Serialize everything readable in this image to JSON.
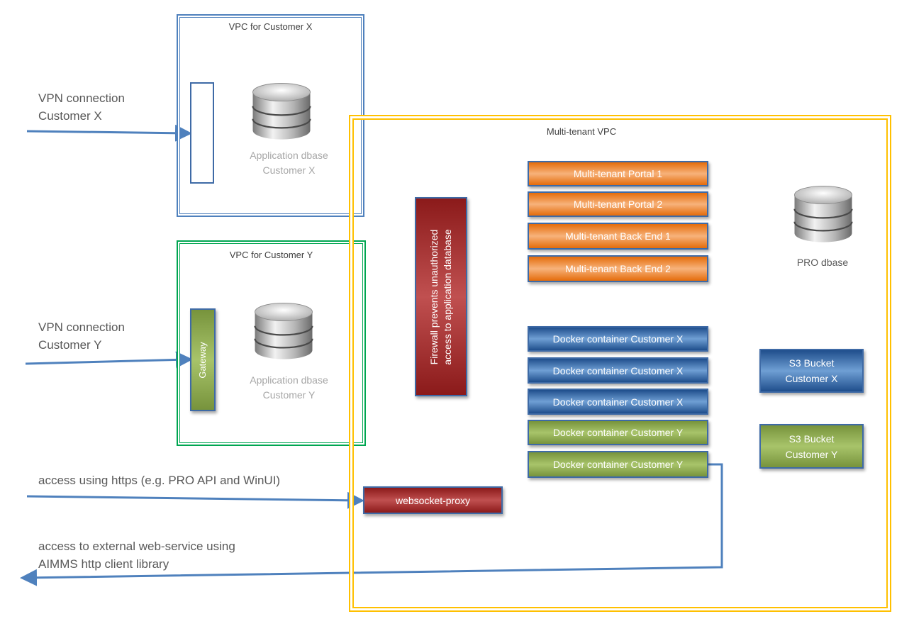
{
  "vpc_customer_x": {
    "title": "VPC for Customer X",
    "db_label_line1": "Application dbase",
    "db_label_line2": "Customer X"
  },
  "vpc_customer_y": {
    "title": "VPC for Customer Y",
    "gateway_label": "Gateway",
    "db_label_line1": "Application dbase",
    "db_label_line2": "Customer Y"
  },
  "multi_tenant_vpc": {
    "title": "Multi-tenant VPC",
    "firewall_line1": "Firewall prevents unauthorized",
    "firewall_line2": "access to application database",
    "orange_boxes": [
      "Multi-tenant Portal 1",
      "Multi-tenant Portal 2",
      "Multi-tenant Back End 1",
      "Multi-tenant Back End 2"
    ],
    "docker_boxes": [
      "Docker container Customer X",
      "Docker container Customer X",
      "Docker container Customer X",
      "Docker container Customer Y",
      "Docker container Customer Y"
    ],
    "pro_dbase_label": "PRO dbase",
    "s3_x_line1": "S3 Bucket",
    "s3_x_line2": "Customer X",
    "s3_y_line1": "S3 Bucket",
    "s3_y_line2": "Customer Y",
    "websocket_proxy": "websocket-proxy"
  },
  "connections": {
    "vpn_x_line1": "VPN connection",
    "vpn_x_line2": "Customer X",
    "vpn_y_line1": "VPN connection",
    "vpn_y_line2": "Customer Y",
    "https_access": "access using https (e.g. PRO API and WinUI)",
    "external_line1": "access to external web-service using",
    "external_line2": "AIMMS http client library"
  },
  "colors": {
    "vpc_x_border": "#4f81bd",
    "vpc_y_border": "#00a651",
    "multi_tenant_border": "#ffc000",
    "arrow": "#4f81bd"
  }
}
